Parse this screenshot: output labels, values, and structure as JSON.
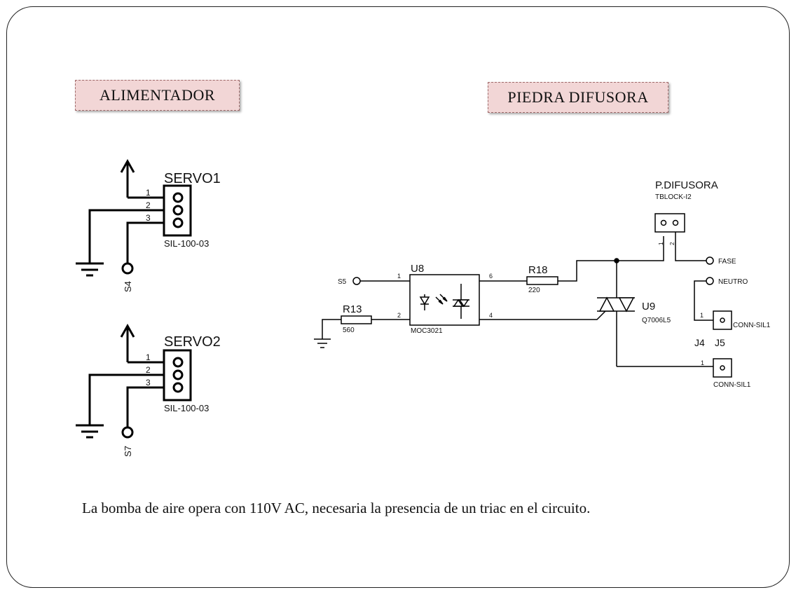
{
  "section_labels": {
    "alimentador": "ALIMENTADOR",
    "piedra_difusora": "PIEDRA DIFUSORA"
  },
  "servo1": {
    "name": "SERVO1",
    "part": "SIL-100-03",
    "pins": [
      "1",
      "2",
      "3"
    ],
    "signal": "S4"
  },
  "servo2": {
    "name": "SERVO2",
    "part": "SIL-100-03",
    "pins": [
      "1",
      "2",
      "3"
    ],
    "signal": "S7"
  },
  "circuit": {
    "s5": "S5",
    "u8": {
      "ref": "U8",
      "part": "MOC3021",
      "pins": [
        "1",
        "2",
        "6",
        "4"
      ]
    },
    "r18": {
      "ref": "R18",
      "value": "220"
    },
    "r13": {
      "ref": "R13",
      "value": "560"
    },
    "u9": {
      "ref": "U9",
      "part": "Q7006L5"
    },
    "p_difusora": {
      "ref": "P.DIFUSORA",
      "part": "TBLOCK-I2",
      "pins": [
        "1",
        "2"
      ]
    },
    "fase": "FASE",
    "neutro": "NEUTRO",
    "j4": {
      "ref": "J4",
      "part": "CONN-SIL1",
      "pin": "1"
    },
    "j5": {
      "ref": "J5",
      "part": "CONN-SIL1",
      "pin": "1"
    }
  },
  "caption": "La bomba de aire opera con 110V AC, necesaria la presencia de un triac en el circuito."
}
